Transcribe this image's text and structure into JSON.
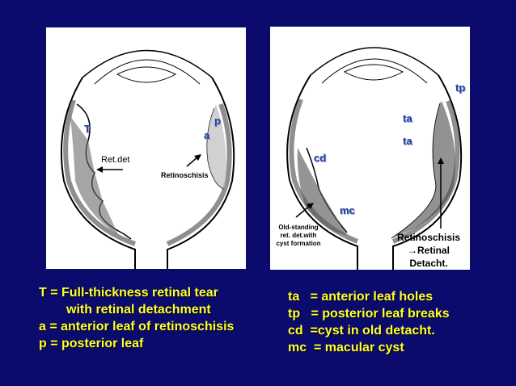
{
  "left_panel": {
    "label_T": "T",
    "label_p": "p",
    "label_a": "a",
    "label_ret_det": "Ret.det",
    "label_retinoschisis": "Retinoschisis"
  },
  "right_panel": {
    "label_tp": "tp",
    "label_ta1": "ta",
    "label_ta2": "ta",
    "label_cd": "cd",
    "label_mc": "mc",
    "old_standing_line1": "Old-standing",
    "old_standing_line2": "ret. det.with",
    "old_standing_line3": "cyst formation",
    "retinoschisis_line1": "Retinoschisis",
    "retinoschisis_line2": "→Retinal",
    "retinoschisis_line3": "Detacht."
  },
  "legend_left": [
    "T = Full-thickness retinal tear",
    "with retinal detachment",
    "a = anterior leaf of retinoschisis",
    "p = posterior leaf"
  ],
  "legend_right": [
    "ta   = anterior leaf holes",
    "tp   = posterior leaf breaks",
    "cd  =cyst in old detacht.",
    "mc  = macular cyst"
  ]
}
